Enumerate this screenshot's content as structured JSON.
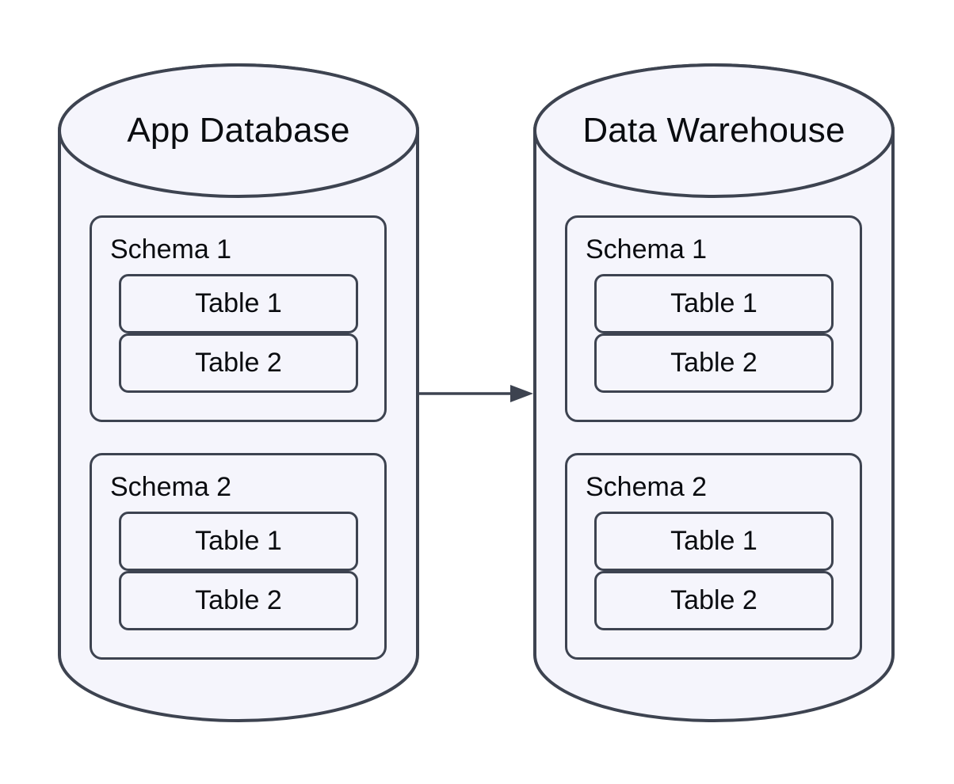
{
  "diagram": {
    "type": "database-sync-diagram",
    "colors": {
      "node_fill": "#f5f5fc",
      "node_stroke": "#3d4350",
      "text": "#0a0c10",
      "background": "#ffffff"
    },
    "nodes": [
      {
        "id": "app-database",
        "shape": "cylinder",
        "title": "App Database",
        "schemas": [
          {
            "label": "Schema 1",
            "tables": [
              "Table 1",
              "Table 2"
            ]
          },
          {
            "label": "Schema 2",
            "tables": [
              "Table 1",
              "Table 2"
            ]
          }
        ]
      },
      {
        "id": "data-warehouse",
        "shape": "cylinder",
        "title": "Data Warehouse",
        "schemas": [
          {
            "label": "Schema 1",
            "tables": [
              "Table 1",
              "Table 2"
            ]
          },
          {
            "label": "Schema 2",
            "tables": [
              "Table 1",
              "Table 2"
            ]
          }
        ]
      }
    ],
    "edges": [
      {
        "from": "app-database",
        "to": "data-warehouse",
        "style": "solid",
        "arrowhead": "filled-triangle"
      }
    ]
  }
}
